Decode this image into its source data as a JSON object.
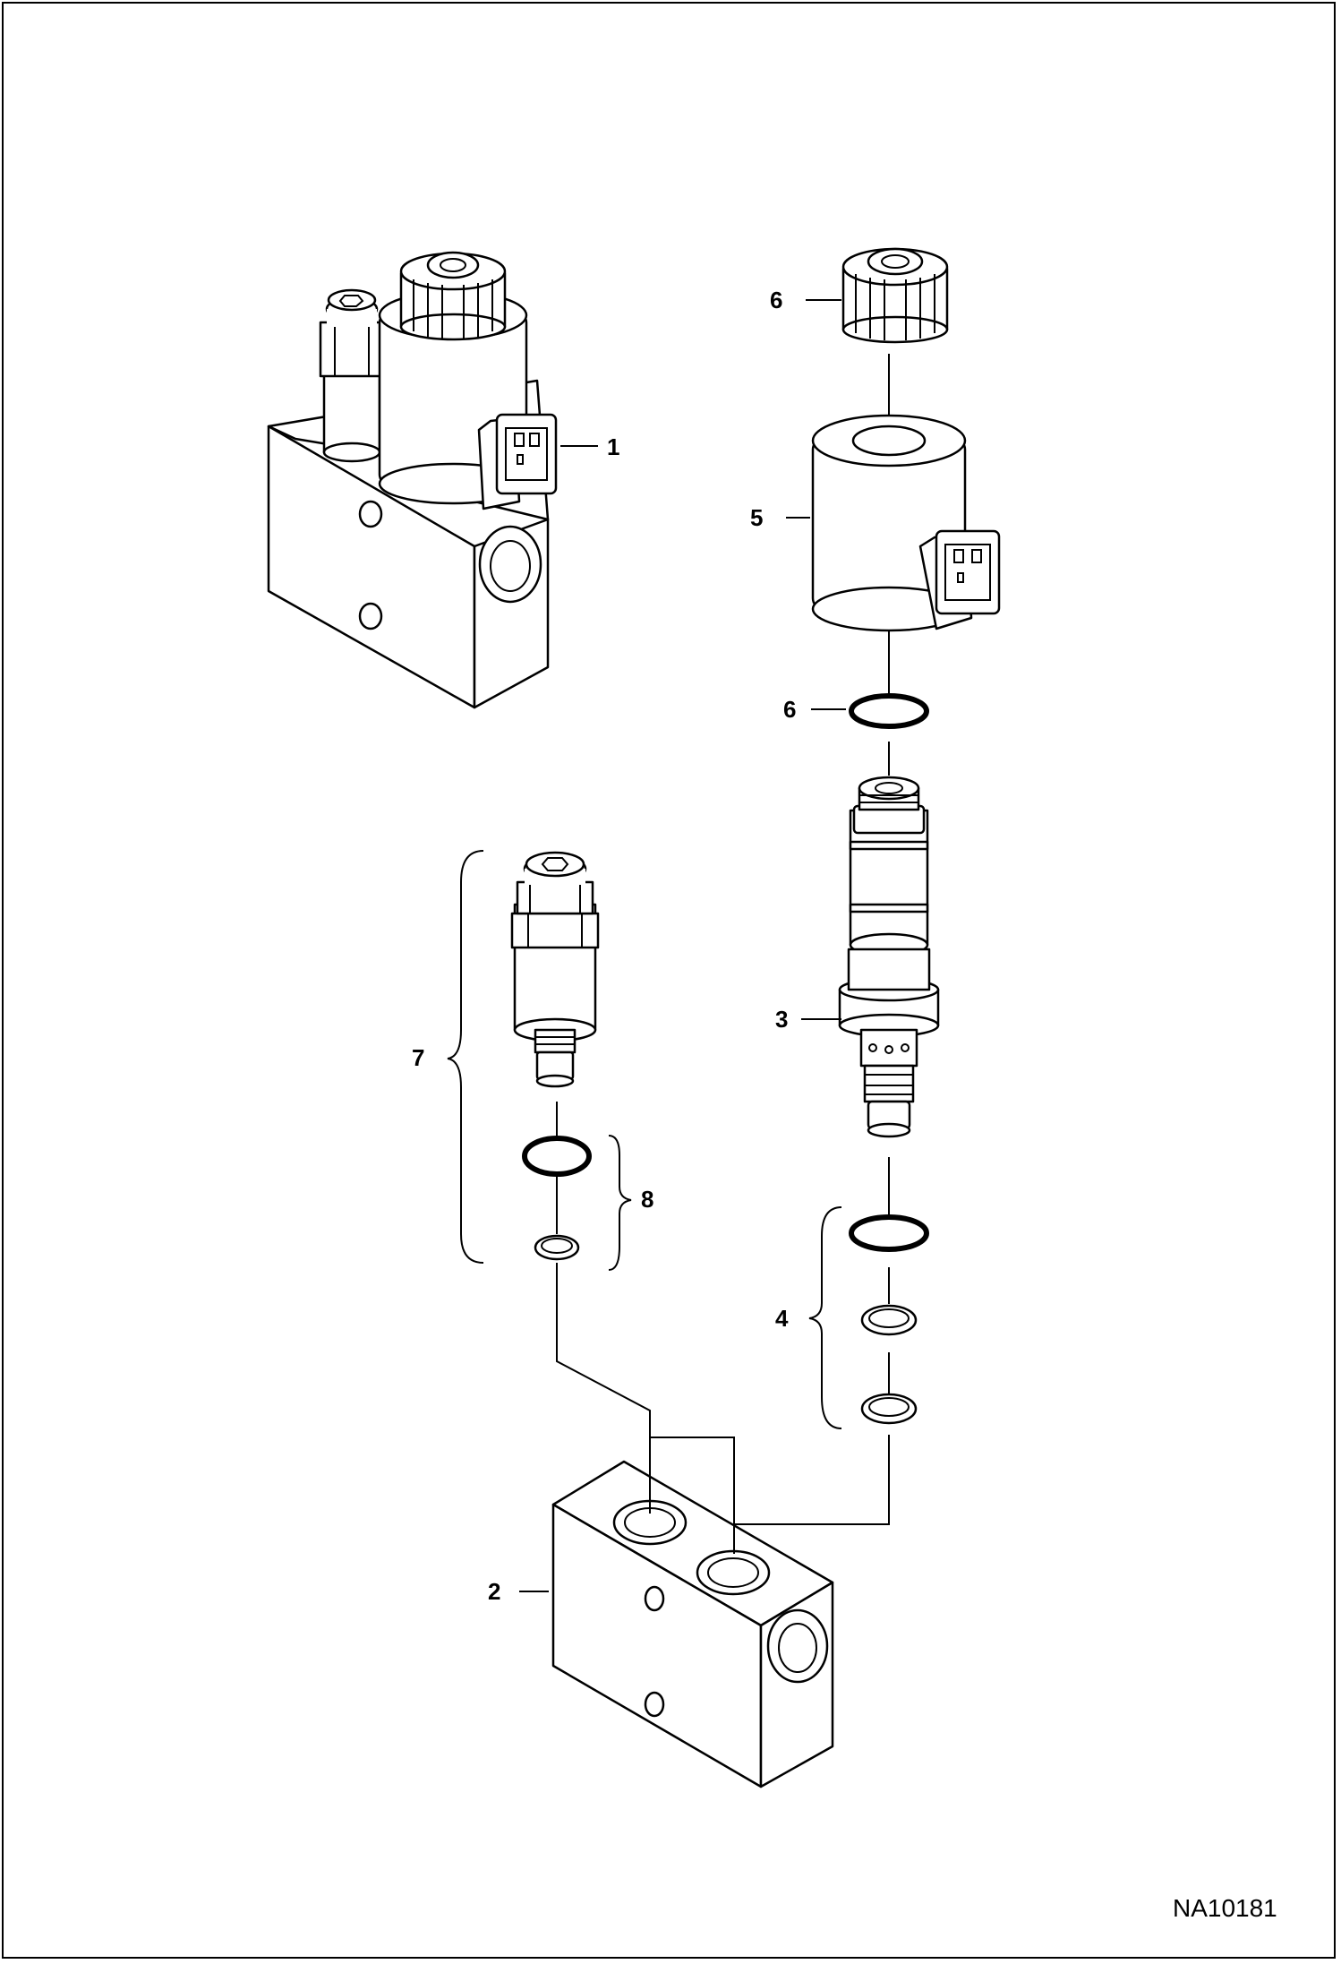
{
  "diagram": {
    "reference_code": "NA10181",
    "callouts": [
      {
        "id": "c1",
        "label": "1"
      },
      {
        "id": "c2",
        "label": "2"
      },
      {
        "id": "c3",
        "label": "3"
      },
      {
        "id": "c4",
        "label": "4"
      },
      {
        "id": "c5",
        "label": "5"
      },
      {
        "id": "c6a",
        "label": "6"
      },
      {
        "id": "c6b",
        "label": "6"
      },
      {
        "id": "c7",
        "label": "7"
      },
      {
        "id": "c8",
        "label": "8"
      }
    ]
  }
}
